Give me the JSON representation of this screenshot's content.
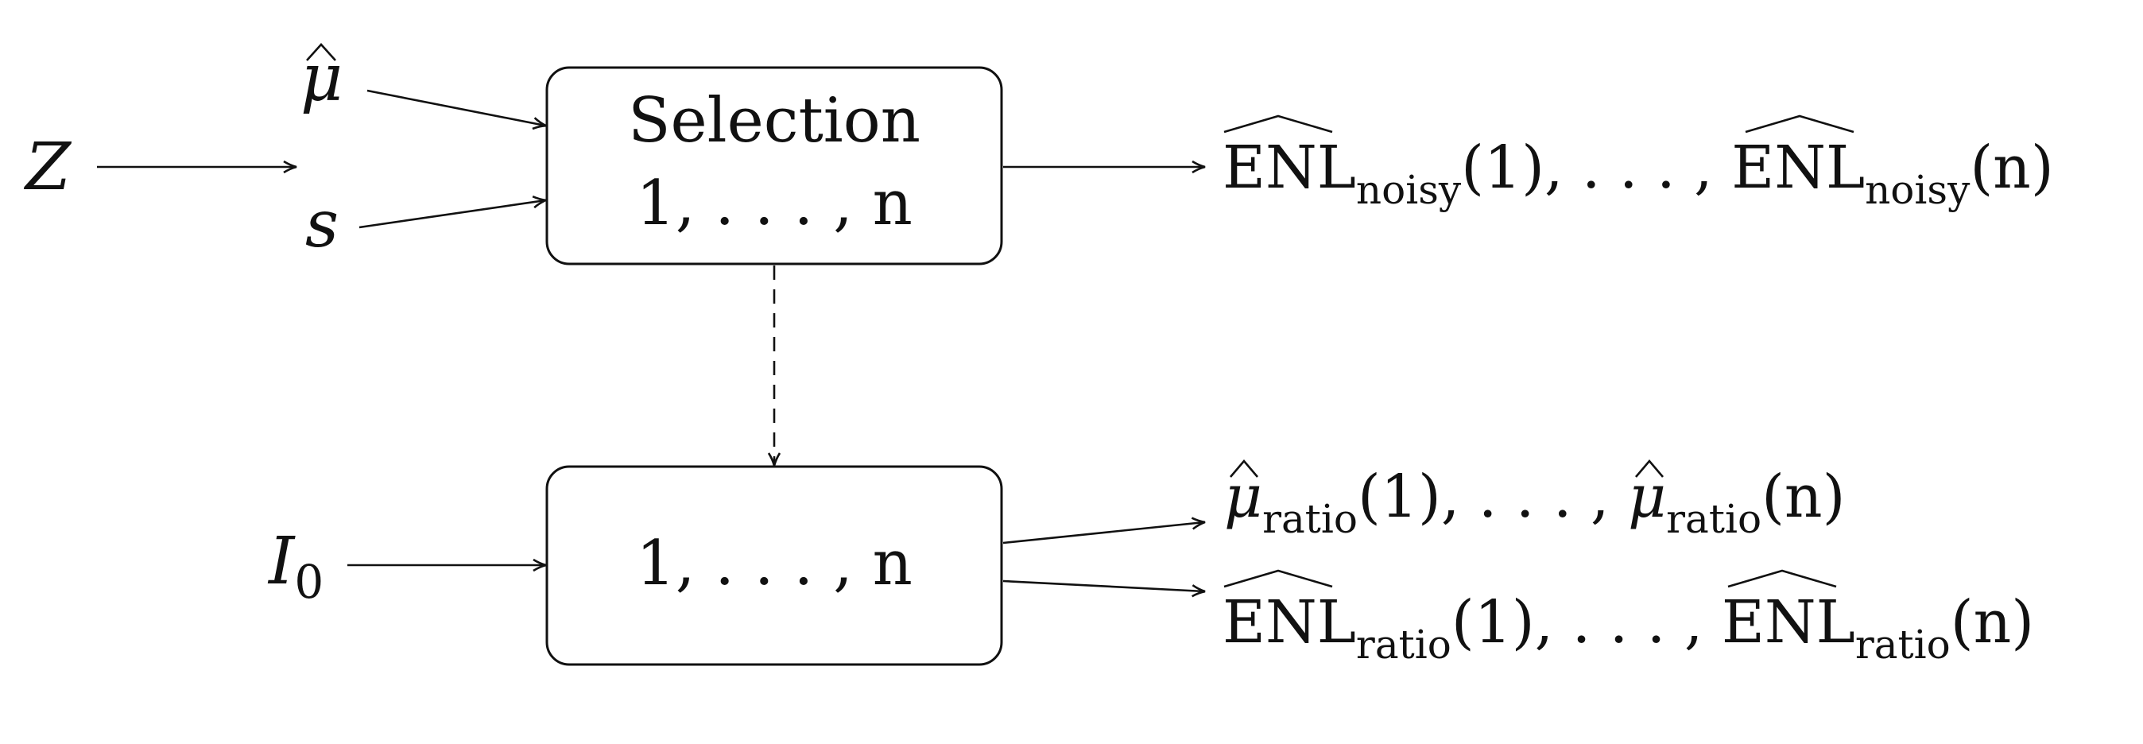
{
  "inputs": {
    "z": "Z",
    "mu_hat": "μ",
    "s": "s",
    "i0_base": "I",
    "i0_sub": "0"
  },
  "selection_box": {
    "title": "Selection",
    "range": "1, . . . , n"
  },
  "ratio_box": {
    "range": "1, . . . , n"
  },
  "outputs": {
    "noisy": {
      "base": "ENL",
      "sub": "noisy",
      "arg1": "(1)",
      "ellipsis": ", . . . , ",
      "argn": "(n)"
    },
    "mu_ratio": {
      "base": "μ",
      "sub": "ratio",
      "arg1": "(1)",
      "ellipsis": ", . . . , ",
      "argn": "(n)"
    },
    "enl_ratio": {
      "base": "ENL",
      "sub": "ratio",
      "arg1": "(1)",
      "ellipsis": ", . . . , ",
      "argn": "(n)"
    }
  }
}
